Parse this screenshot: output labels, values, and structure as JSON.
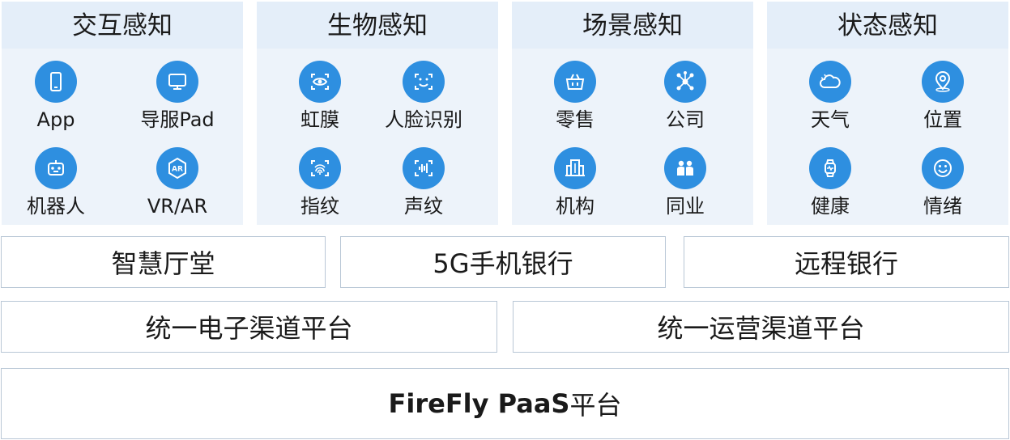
{
  "panels": [
    {
      "title": "交互感知",
      "items": [
        {
          "label": "App",
          "icon": "smartphone-icon"
        },
        {
          "label": "导服Pad",
          "icon": "monitor-icon"
        },
        {
          "label": "机器人",
          "icon": "robot-icon"
        },
        {
          "label": "VR/AR",
          "icon": "ar-icon"
        }
      ]
    },
    {
      "title": "生物感知",
      "items": [
        {
          "label": "虹膜",
          "icon": "eye-scan-icon"
        },
        {
          "label": "人脸识别",
          "icon": "face-scan-icon"
        },
        {
          "label": "指纹",
          "icon": "fingerprint-icon"
        },
        {
          "label": "声纹",
          "icon": "voiceprint-icon"
        }
      ]
    },
    {
      "title": "场景感知",
      "items": [
        {
          "label": "零售",
          "icon": "basket-icon"
        },
        {
          "label": "公司",
          "icon": "network-icon"
        },
        {
          "label": "机构",
          "icon": "building-icon"
        },
        {
          "label": "同业",
          "icon": "peers-icon"
        }
      ]
    },
    {
      "title": "状态感知",
      "items": [
        {
          "label": "天气",
          "icon": "weather-icon"
        },
        {
          "label": "位置",
          "icon": "location-icon"
        },
        {
          "label": "健康",
          "icon": "smartwatch-icon"
        },
        {
          "label": "情绪",
          "icon": "smile-icon"
        }
      ]
    }
  ],
  "channels": [
    "智慧厅堂",
    "5G手机银行",
    "远程银行"
  ],
  "platforms": [
    "统一电子渠道平台",
    "统一运营渠道平台"
  ],
  "base": {
    "label_bold": "FireFly PaaS",
    "label_rest": "平台"
  },
  "colors": {
    "icon_bg": "#2e8fe0",
    "panel_bg": "#edf3fa",
    "border": "#b9c7d6"
  }
}
